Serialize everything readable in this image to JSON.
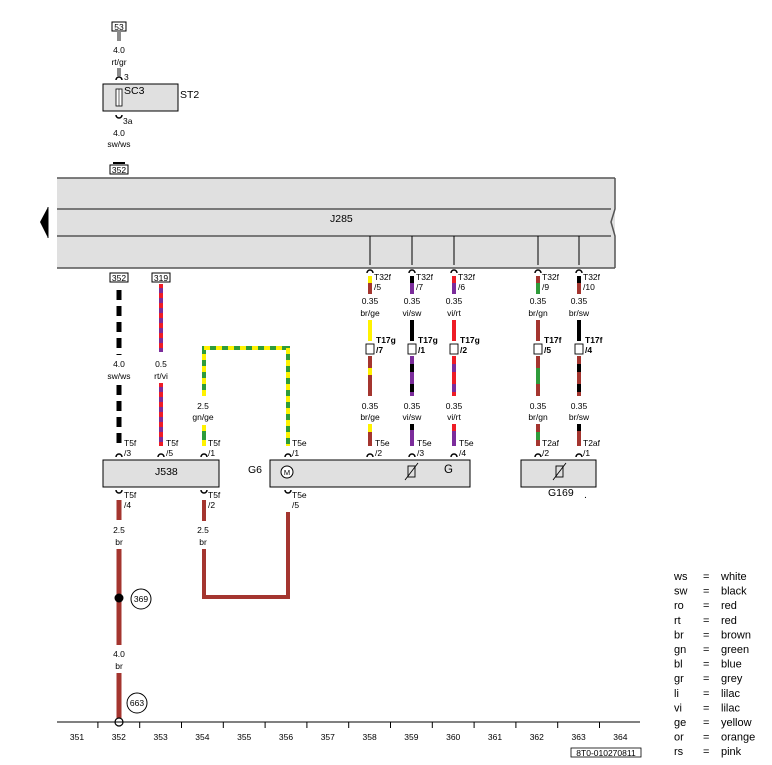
{
  "fuse": {
    "ref_top": "53",
    "wire_top": {
      "gauge": "4.0",
      "color": "rt/gr"
    },
    "pin_in": "3",
    "label": "SC3",
    "panel": "ST2",
    "pin_out": "3a",
    "wire_bottom": {
      "gauge": "4.0",
      "color": "sw/ws"
    },
    "ref_bottom": "352"
  },
  "module": {
    "name": "J285"
  },
  "refs": {
    "ref_352": "352",
    "ref_319": "319"
  },
  "wires": {
    "w352": {
      "gauge": "4.0",
      "color": "sw/ws"
    },
    "w353": {
      "gauge": "0.5",
      "color": "rt/vi"
    },
    "w354": {
      "gauge": "2.5",
      "color": "gn/ge"
    },
    "w354b": {
      "gauge": "2.5",
      "color": "br"
    },
    "w352b": {
      "gauge": "2.5",
      "color": "br"
    },
    "w352c": {
      "gauge": "4.0",
      "color": "br"
    },
    "w358a": {
      "gauge": "0.35",
      "color": "br/ge"
    },
    "w358b": {
      "gauge": "0.35",
      "color": "br/ge"
    },
    "w359a": {
      "gauge": "0.35",
      "color": "vi/sw"
    },
    "w359b": {
      "gauge": "0.35",
      "color": "vi/sw"
    },
    "w360a": {
      "gauge": "0.35",
      "color": "vi/rt"
    },
    "w360b": {
      "gauge": "0.35",
      "color": "vi/rt"
    },
    "w362a": {
      "gauge": "0.35",
      "color": "br/gn"
    },
    "w362b": {
      "gauge": "0.35",
      "color": "br/gn"
    },
    "w363a": {
      "gauge": "0.35",
      "color": "br/sw"
    },
    "w363b": {
      "gauge": "0.35",
      "color": "br/sw"
    }
  },
  "connectors": {
    "t32f_358": {
      "name": "T32f",
      "pin": "/5"
    },
    "t32f_359": {
      "name": "T32f",
      "pin": "/7"
    },
    "t32f_360": {
      "name": "T32f",
      "pin": "/6"
    },
    "t32f_362": {
      "name": "T32f",
      "pin": "/9"
    },
    "t32f_363": {
      "name": "T32f",
      "pin": "/10"
    },
    "t17g_358": {
      "name": "T17g",
      "pin": "/7"
    },
    "t17g_359": {
      "name": "T17g",
      "pin": "/1"
    },
    "t17g_360": {
      "name": "T17g",
      "pin": "/2"
    },
    "t17f_362": {
      "name": "T17f",
      "pin": "/5"
    },
    "t17f_363": {
      "name": "T17f",
      "pin": "/4"
    },
    "t5f_352": {
      "name": "T5f",
      "pin": "/3"
    },
    "t5f_353": {
      "name": "T5f",
      "pin": "/5"
    },
    "t5f_354": {
      "name": "T5f",
      "pin": "/1"
    },
    "t5f_352b": {
      "name": "T5f",
      "pin": "/4"
    },
    "t5f_354b": {
      "name": "T5f",
      "pin": "/2"
    },
    "t5e_356": {
      "name": "T5e",
      "pin": "/1"
    },
    "t5e_356b": {
      "name": "T5e",
      "pin": "/5"
    },
    "t5e_358": {
      "name": "T5e",
      "pin": "/2"
    },
    "t5e_359": {
      "name": "T5e",
      "pin": "/3"
    },
    "t5e_360": {
      "name": "T5e",
      "pin": "/4"
    },
    "t2af_362": {
      "name": "T2af",
      "pin": "/2"
    },
    "t2af_363": {
      "name": "T2af",
      "pin": "/1"
    }
  },
  "components": {
    "j538": "J538",
    "g6": "G6",
    "motor": "M",
    "g": "G",
    "g169": "G169",
    "conn_369": "369",
    "conn_663": "663"
  },
  "bottom_scale": [
    "351",
    "352",
    "353",
    "354",
    "355",
    "356",
    "357",
    "358",
    "359",
    "360",
    "361",
    "362",
    "363",
    "364"
  ],
  "doc_number": "8T0-010270811",
  "legend": [
    {
      "code": "ws",
      "eq": "=",
      "name": "white"
    },
    {
      "code": "sw",
      "eq": "=",
      "name": "black"
    },
    {
      "code": "ro",
      "eq": "=",
      "name": "red"
    },
    {
      "code": "rt",
      "eq": "=",
      "name": "red"
    },
    {
      "code": "br",
      "eq": "=",
      "name": "brown"
    },
    {
      "code": "gn",
      "eq": "=",
      "name": "green"
    },
    {
      "code": "bl",
      "eq": "=",
      "name": "blue"
    },
    {
      "code": "gr",
      "eq": "=",
      "name": "grey"
    },
    {
      "code": "li",
      "eq": "=",
      "name": "lilac"
    },
    {
      "code": "vi",
      "eq": "=",
      "name": "lilac"
    },
    {
      "code": "ge",
      "eq": "=",
      "name": "yellow"
    },
    {
      "code": "or",
      "eq": "=",
      "name": "orange"
    },
    {
      "code": "rs",
      "eq": "=",
      "name": "pink"
    }
  ],
  "colors": {
    "brown": "#a4352f",
    "black": "#000000",
    "red": "#ee1c25",
    "violet": "#7b2c9b",
    "yellow": "#fff200",
    "green": "#2e9b3a",
    "grey": "#8a8a8a",
    "box": "#e0e0e0"
  }
}
